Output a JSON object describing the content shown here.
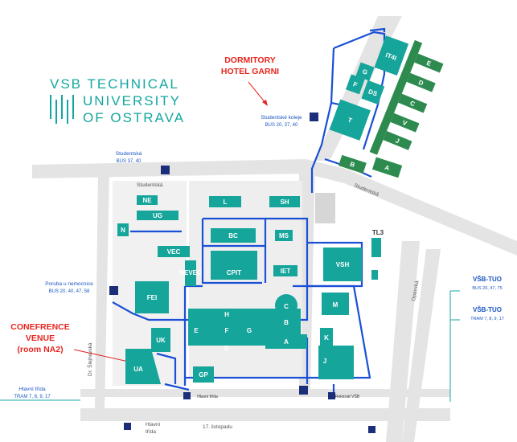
{
  "logo": {
    "line1": "VSB TECHNICAL",
    "line2": "UNIVERSITY",
    "line3": "OF OSTRAVA"
  },
  "annotations": {
    "dormitory": [
      "DORMITORY",
      "HOTEL GARNI"
    ],
    "venue": [
      "CONEFRENCE",
      "VENUE",
      "(room NA2)"
    ]
  },
  "buildings": {
    "IT4I": "IT4I",
    "G": "G",
    "F": "F",
    "DS": "DS",
    "T": "T",
    "E_dorm": "E",
    "D_dorm": "D",
    "C_dorm": "C",
    "V": "V",
    "J": "J",
    "B_dorm": "B",
    "A_dorm": "A",
    "NE": "NE",
    "UG": "UG",
    "N": "N",
    "L": "L",
    "SH": "SH",
    "BC": "BC",
    "MS": "MS",
    "VEC": "VEC",
    "NEVEC": "NEVEC",
    "FEI": "FEI",
    "CPIT": "CPIT",
    "IET": "IET",
    "VSH": "VSH",
    "TL3": "TL3",
    "M": "M",
    "C": "C",
    "H": "H",
    "E": "E",
    "G2": "G",
    "F2": "F",
    "B": "B",
    "D": "D",
    "A": "A",
    "UK": "UK",
    "UA": "UA",
    "GP": "GP",
    "K": "K",
    "Jb": "J"
  },
  "streets": {
    "studentska_top": "Studentská",
    "studentska_right": "Studentská",
    "slejhovska": "Dr. Šlejhovská",
    "opavska": "Opavská",
    "hlavni_trida": "Hlavní",
    "hlavni_trida2": "třída",
    "listopadu": "17. listopadu"
  },
  "stops": {
    "studentske_koleje": {
      "name": "Studentské koleje",
      "lines": "BUS 20, 37, 40"
    },
    "studentska": {
      "name": "Studentská",
      "lines": "BUS 37, 40"
    },
    "poruba": {
      "name": "Poruba u nemocnice",
      "lines": "BUS 20, 40, 47, 58"
    },
    "hlavni_trida_left": {
      "name": "Hlavní třída",
      "lines": "TRAM 7, 8, 9, 17"
    },
    "hlavni_trida_small": "Hlavní třída",
    "rektorat": "Rektorát VŠB"
  },
  "legend": {
    "vsb_tuo_bus": {
      "name": "VŠB-TUO",
      "lines": "BUS 20, 47, 75"
    },
    "vsb_tuo_tram": {
      "name": "VŠB-TUO",
      "lines": "TRAM 7, 8, 9, 17"
    }
  },
  "colors": {
    "building": "#16a59b",
    "dormitory": "#2e8b4f",
    "route": "#1a4fd6",
    "annotation": "#e8251f",
    "text_blue": "#1a56c4"
  }
}
